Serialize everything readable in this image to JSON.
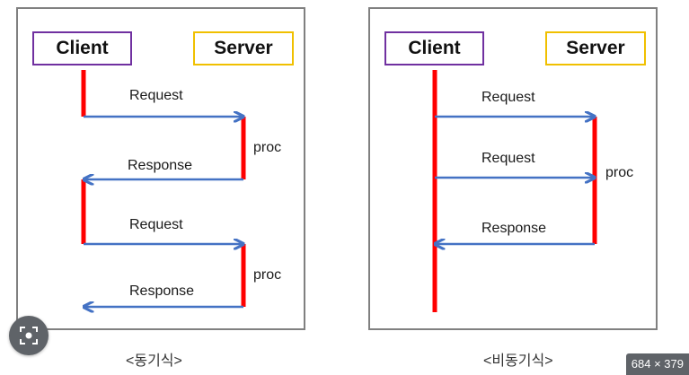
{
  "sync": {
    "client": "Client",
    "server": "Server",
    "request_1": "Request",
    "proc_1": "proc",
    "response_1": "Response",
    "request_2": "Request",
    "proc_2": "proc",
    "response_2": "Response",
    "caption": "<동기식>"
  },
  "async": {
    "client": "Client",
    "server": "Server",
    "request_1": "Request",
    "request_2": "Request",
    "proc": "proc",
    "response": "Response",
    "caption": "<비동기식>"
  },
  "overlay": {
    "lens_icon": "lens-icon",
    "size_badge": "684 × 379"
  },
  "colors": {
    "lifeline": "#ff0000",
    "arrow": "#4472c4",
    "client_border": "#7030a0",
    "server_border": "#f0c000",
    "panel_border": "#808080"
  }
}
